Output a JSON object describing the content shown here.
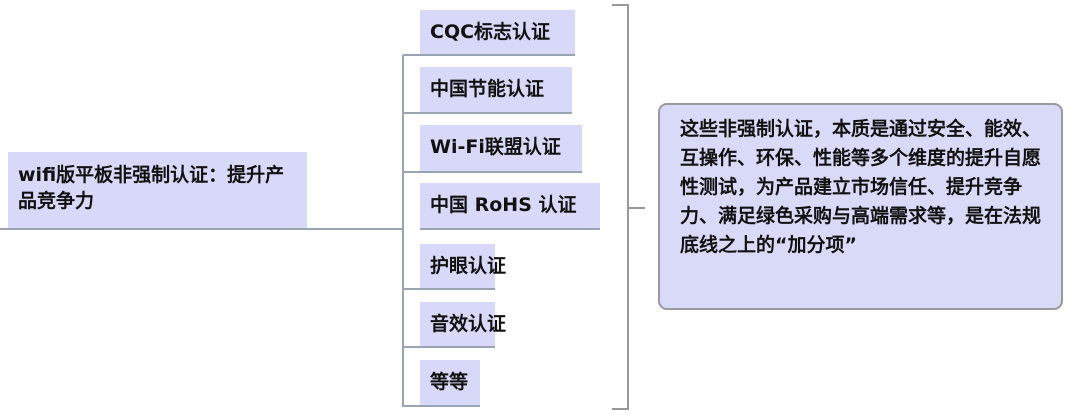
{
  "root": {
    "label": "wifi版平板非强制认证：提升产品竞争力"
  },
  "children": [
    {
      "label": "CQC标志认证"
    },
    {
      "label": "中国节能认证"
    },
    {
      "label": "Wi-Fi联盟认证"
    },
    {
      "label": "中国 RoHS 认证"
    },
    {
      "label": "护眼认证"
    },
    {
      "label": "音效认证"
    },
    {
      "label": "等等"
    }
  ],
  "summary": {
    "text": "这些非强制认证，本质是通过安全、能效、互操作、环保、性能等多个维度的提升自愿性测试，为产品建立市场信任、提升竞争力、满足绿色采购与高端需求等，是在法规底线之上的“加分项”"
  },
  "colors": {
    "node_fill": "#d8d8f8",
    "line": "#9aa4b4"
  }
}
